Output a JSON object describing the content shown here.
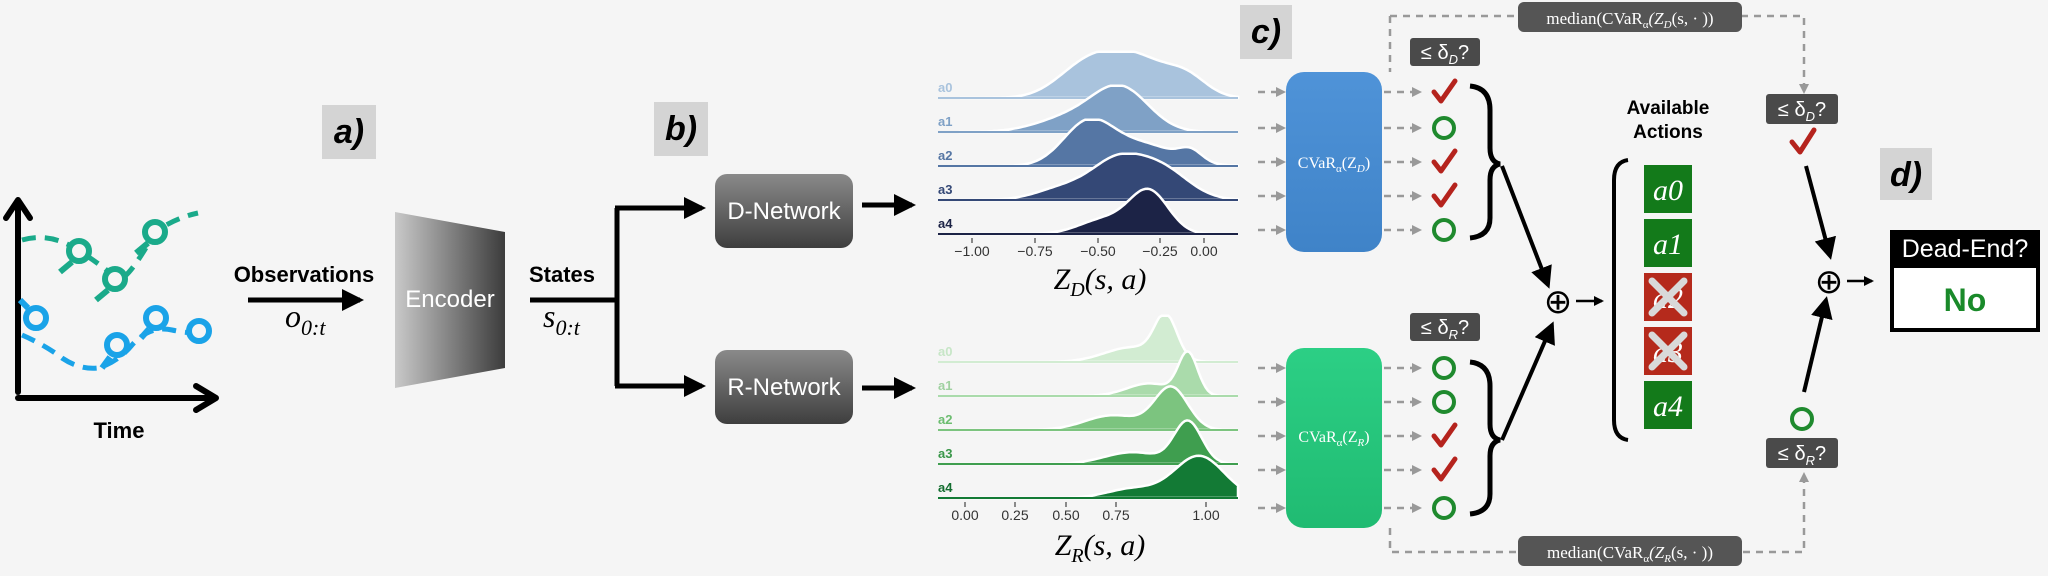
{
  "panel_labels": {
    "a": "a)",
    "b": "b)",
    "c": "c)",
    "d": "d)"
  },
  "left_plot": {
    "x_label": "Time"
  },
  "observations": {
    "label": "Observations",
    "symbol": "o",
    "subscript": "0:t"
  },
  "encoder": {
    "label": "Encoder"
  },
  "states": {
    "label": "States",
    "symbol": "s",
    "subscript": "0:t"
  },
  "networks": {
    "d": "D-Network",
    "r": "R-Network"
  },
  "ridge_d": {
    "rows": [
      "a0",
      "a1",
      "a2",
      "a3",
      "a4"
    ],
    "ticks": [
      "−1.00",
      "−0.75",
      "−0.50",
      "−0.25",
      "0.00"
    ],
    "x_label_main": "Z",
    "x_label_sub": "D",
    "x_label_args": "(s, a)"
  },
  "ridge_r": {
    "rows": [
      "a0",
      "a1",
      "a2",
      "a3",
      "a4"
    ],
    "ticks": [
      "0.00",
      "0.25",
      "0.50",
      "0.75",
      "1.00"
    ],
    "x_label_main": "Z",
    "x_label_sub": "R",
    "x_label_args": "(s, a)"
  },
  "cvar_d": {
    "text": "CVaR",
    "alpha": "α",
    "arg": "(Z",
    "sub": "D",
    "close": ")"
  },
  "cvar_r": {
    "text": "CVaR",
    "alpha": "α",
    "arg": "(Z",
    "sub": "R",
    "close": ")"
  },
  "threshold_d": {
    "text": "≤ δ",
    "sub": "D",
    "q": "?"
  },
  "threshold_r": {
    "text": "≤ δ",
    "sub": "R",
    "q": "?"
  },
  "median_d": {
    "pre": "median(CVaR",
    "alpha": "α",
    "mid": "(Z",
    "sub": "D",
    "post": "(s, · ))"
  },
  "median_r": {
    "pre": "median(CVaR",
    "alpha": "α",
    "mid": "(Z",
    "sub": "R",
    "post": "(s, · ))"
  },
  "checks_d": [
    "check",
    "circle",
    "check",
    "check",
    "circle"
  ],
  "checks_r": [
    "circle",
    "circle",
    "check",
    "check",
    "circle"
  ],
  "available_actions": {
    "title_line1": "Available",
    "title_line2": "Actions",
    "items": [
      {
        "label": "a0",
        "available": true
      },
      {
        "label": "a1",
        "available": true
      },
      {
        "label": "a2",
        "available": false
      },
      {
        "label": "a3",
        "available": false
      },
      {
        "label": "a4",
        "available": true
      }
    ]
  },
  "oplus": "⊕",
  "dead_end": {
    "title": "Dead-End?",
    "answer": "No"
  },
  "colors": {
    "teal": "#1aaa8a",
    "blue": "#1aa3e8",
    "d_box": "#4a8fd4",
    "r_box": "#28c77c",
    "check_red": "#b5231d",
    "circle_green": "#1f8a2e",
    "action_green": "#137a1a",
    "action_red": "#b52a1c",
    "answer_green": "#1a8a2a"
  }
}
